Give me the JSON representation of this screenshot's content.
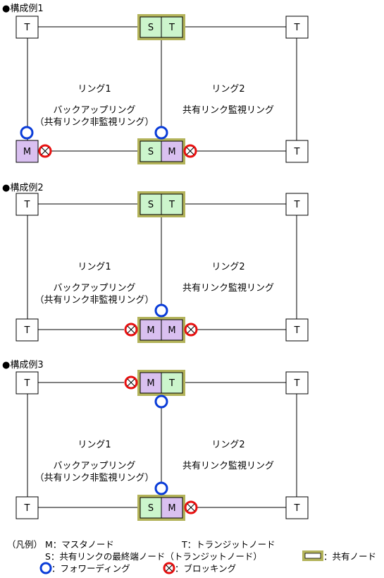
{
  "examples": [
    {
      "heading": "●構成例1",
      "ring1_label": "リング1",
      "ring2_label": "リング2",
      "ring1_line1": "バックアップリング",
      "ring1_line2": "（共有リンク非監視リング）",
      "ring2_line1": "共有リンク監視リング",
      "top_left_node": "T",
      "top_right_node": "T",
      "top_shared_node": [
        "S",
        "T"
      ],
      "bottom_left_node": "M",
      "bottom_right_node": "T",
      "bottom_shared_node": [
        "S",
        "M"
      ]
    },
    {
      "heading": "●構成例2",
      "ring1_label": "リング1",
      "ring2_label": "リング2",
      "ring1_line1": "バックアップリング",
      "ring1_line2": "（共有リンク非監視リング）",
      "ring2_line1": "共有リンク監視リング",
      "top_left_node": "T",
      "top_right_node": "T",
      "top_shared_node": [
        "S",
        "T"
      ],
      "bottom_left_node": "T",
      "bottom_right_node": "T",
      "bottom_shared_node": [
        "M",
        "M"
      ]
    },
    {
      "heading": "●構成例3",
      "ring1_label": "リング1",
      "ring2_label": "リング2",
      "ring1_line1": "バックアップリング",
      "ring1_line2": "（共有リンク非監視リング）",
      "ring2_line1": "共有リンク監視リング",
      "top_left_node": "T",
      "top_right_node": "T",
      "top_shared_node": [
        "M",
        "T"
      ],
      "bottom_left_node": "T",
      "bottom_right_node": "T",
      "bottom_shared_node": [
        "S",
        "M"
      ]
    }
  ],
  "legend": {
    "title": "（凡例）",
    "master": "M：マスタノード",
    "transit": "T：トランジットノード",
    "shared_end": "S：共有リンクの最終端ノード（トランジットノード）",
    "shared_node": "：共有ノード",
    "forwarding": "：フォワーディング",
    "blocking": "：ブロッキング"
  },
  "colors": {
    "master_fill": "#d9c0f0",
    "transit_shared_fill": "#ccf5cc",
    "shared_border": "#b3b35a",
    "forwarding": "#0a3cd8",
    "blocking": "#e81010"
  }
}
